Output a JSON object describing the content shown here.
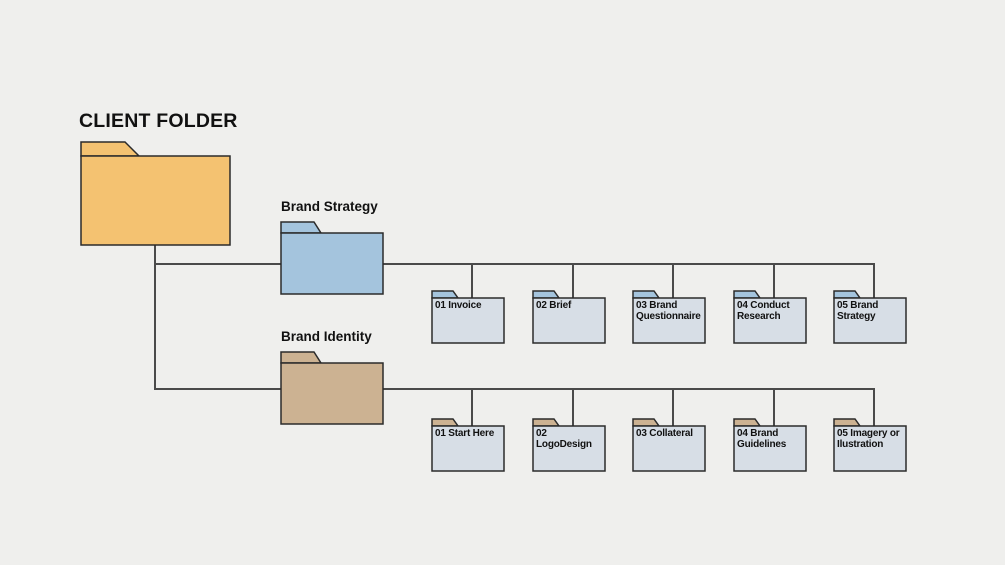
{
  "diagram": {
    "title": "CLIENT FOLDER",
    "root": {
      "label": "CLIENT FOLDER"
    },
    "branches": [
      {
        "label": "Brand Strategy",
        "children": [
          {
            "label": "01 Invoice"
          },
          {
            "label": "02 Brief"
          },
          {
            "label": "03 Brand Questionnaire"
          },
          {
            "label": "04 Conduct Research"
          },
          {
            "label": "05 Brand Strategy"
          }
        ]
      },
      {
        "label": "Brand Identity",
        "children": [
          {
            "label": "01 Start Here"
          },
          {
            "label": "02 LogoDesign"
          },
          {
            "label": "03 Collateral"
          },
          {
            "label": "04 Brand Guidelines"
          },
          {
            "label": "05 Imagery or Ilustration"
          }
        ]
      }
    ]
  },
  "colors": {
    "background": "#efefed",
    "root_folder": "#f4c271",
    "strategy_folder": "#a4c4dd",
    "identity_folder": "#ccb292",
    "subfolder_body": "#d7dee6",
    "outline": "#2b2b2b",
    "connector": "#4a4a4a",
    "text": "#111111"
  }
}
